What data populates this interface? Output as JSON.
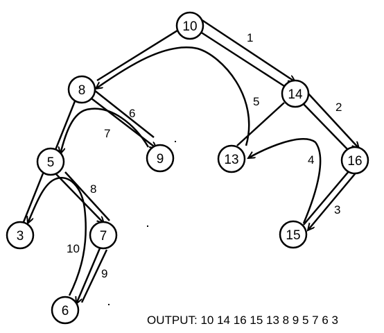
{
  "tree": {
    "nodes": [
      {
        "id": "n10",
        "label": "10"
      },
      {
        "id": "n8",
        "label": "8"
      },
      {
        "id": "n14",
        "label": "14"
      },
      {
        "id": "n5",
        "label": "5"
      },
      {
        "id": "n9",
        "label": "9"
      },
      {
        "id": "n13",
        "label": "13"
      },
      {
        "id": "n16",
        "label": "16"
      },
      {
        "id": "n3",
        "label": "3"
      },
      {
        "id": "n7",
        "label": "7"
      },
      {
        "id": "n15",
        "label": "15"
      },
      {
        "id": "n6",
        "label": "6"
      }
    ]
  },
  "traversal_steps": [
    "1",
    "2",
    "3",
    "4",
    "5",
    "6",
    "7",
    "8",
    "9",
    "10"
  ],
  "output": {
    "label": "OUTPUT:",
    "sequence": "10 14 16 15 13 8 9 5 7 6 3"
  }
}
